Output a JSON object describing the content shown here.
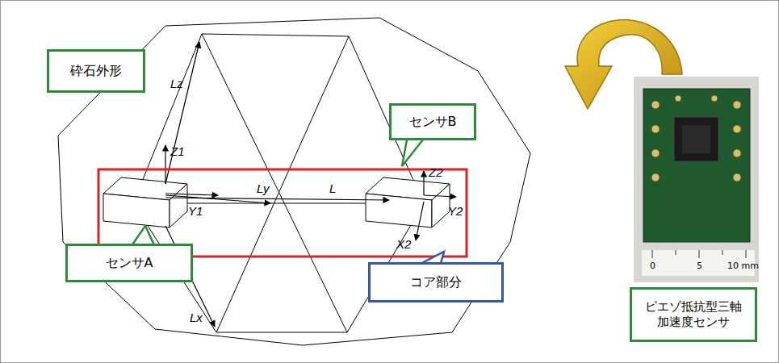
{
  "diagram": {
    "nodes": [
      {
        "text": [
          "砕石外形"
        ]
      },
      {
        "text": [
          "センサB"
        ]
      },
      {
        "text": [
          "センサA"
        ]
      },
      {
        "text": [
          "コア部分"
        ]
      },
      {
        "text": [
          "ピエゾ抵抗型三軸 加速度センサ"
        ]
      }
    ],
    "labels": [
      "Lz",
      "Z1",
      "Ly",
      "L",
      "Z2",
      "Y2",
      "Y1",
      "Lx",
      "X2",
      "0",
      "5",
      "10 mm"
    ]
  }
}
